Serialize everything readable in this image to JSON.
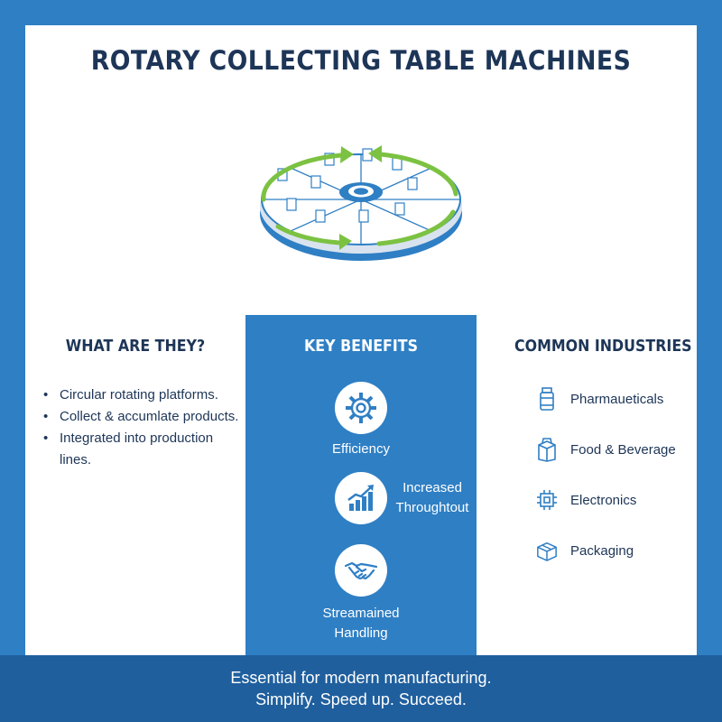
{
  "title": "ROTARY COLLECTING TABLE MACHINES",
  "columns": {
    "what": {
      "heading": "WHAT ARE THEY?",
      "items": [
        "Circular rotating platforms.",
        "Collect & accumlate products.",
        "Integrated into production lines."
      ]
    },
    "benefits": {
      "heading": "KEY BENEFITS",
      "items": [
        {
          "icon": "gear-icon",
          "label_1": "Efficiency",
          "label_2": ""
        },
        {
          "icon": "growth-chart-icon",
          "label_1": "Increased",
          "label_2": "Throughtout"
        },
        {
          "icon": "handshake-icon",
          "label_1": "Streamained",
          "label_2": "Handling"
        }
      ]
    },
    "industries": {
      "heading": "COMMON INDUSTRIES",
      "items": [
        {
          "icon": "medicine-bottle-icon",
          "label": "Pharmaueticals"
        },
        {
          "icon": "food-box-icon",
          "label": "Food & Beverage"
        },
        {
          "icon": "chip-icon",
          "label": "Electronics"
        },
        {
          "icon": "package-icon",
          "label": "Packaging"
        }
      ]
    }
  },
  "footer": {
    "line_1": "Essential for modern manufacturing.",
    "line_2": "Simplify. Speed up. Succeed."
  },
  "colors": {
    "brand_blue": "#2f7fc4",
    "dark_blue": "#1f5f9e",
    "navy_text": "#1d3557",
    "arrow_green": "#7cc242"
  }
}
